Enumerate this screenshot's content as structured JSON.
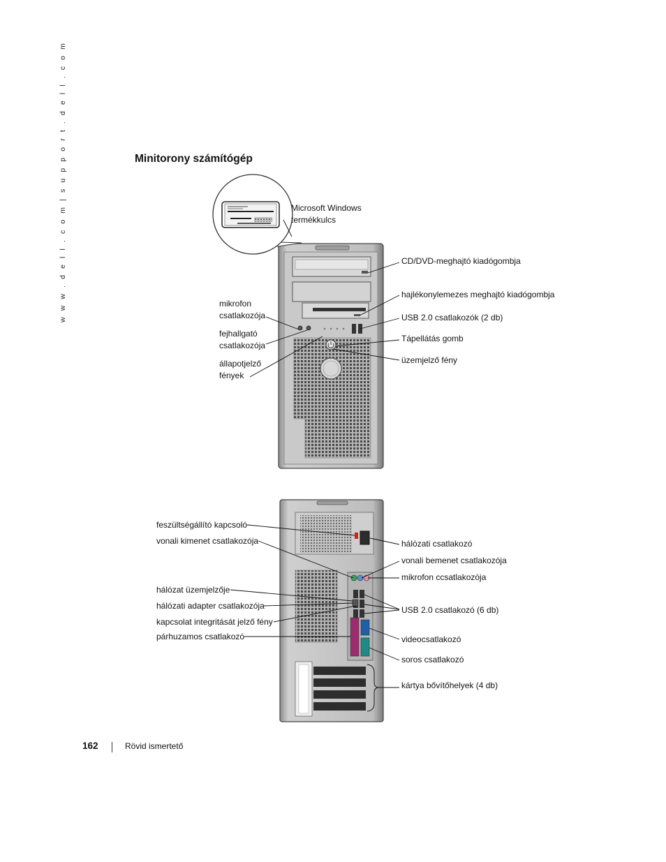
{
  "side_text": "w w w . d e l l . c o m  |  s u p p o r t . d e l l . c o m",
  "heading": "Minitorony számítógép",
  "front_labels": {
    "product_key": [
      "Microsoft Windows",
      "termékkulcs"
    ],
    "cd_eject": "CD/DVD-meghajtó kiadógombja",
    "floppy_eject": "hajlékonylemezes meghajtó kiadógombja",
    "usb_front": "USB 2.0 csatlakozók (2 db)",
    "power_button": "Tápellátás gomb",
    "power_light": "üzemjelző fény",
    "microphone": [
      "mikrofon",
      "csatlakozója"
    ],
    "headphone": [
      "fejhallgató",
      "csatlakozója"
    ],
    "diagnostic_lights": [
      "állapotjelző",
      "fények"
    ]
  },
  "back_labels": {
    "voltage_switch": "feszültségállító kapcsoló",
    "line_out": "vonali kimenet csatlakozója",
    "network_activity": "hálózat üzemjelzője",
    "network_adapter": "hálózati adapter csatlakozója",
    "link_integrity": "kapcsolat integritását jelző fény",
    "parallel": "párhuzamos csatlakozó",
    "power_connector": "hálózati csatlakozó",
    "line_in": "vonali bemenet csatlakozója",
    "microphone_back": "mikrofon ccsatlakozója",
    "usb_back": "USB 2.0 csatlakozó (6 db)",
    "video": "videocsatlakozó",
    "serial": "soros csatlakozó",
    "card_slots": "kártya bővítőhelyek (4 db)"
  },
  "footer": {
    "page_number": "162",
    "section": "Rövid ismertető"
  },
  "colors": {
    "case": "#9a9a9a",
    "case_dark": "#6f6f6f",
    "case_light": "#d4d4d4",
    "purple_port": "#9b2d6e",
    "teal_port": "#1f8a86",
    "green_port": "#3aa35a",
    "pink_port": "#e58fb0",
    "red_switch": "#d02020"
  }
}
